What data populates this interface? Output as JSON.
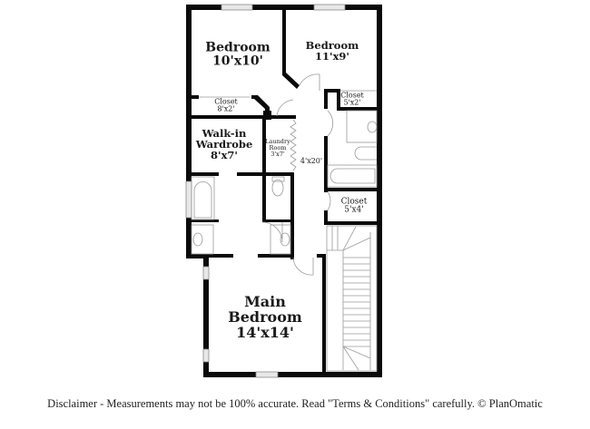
{
  "rooms": {
    "bedroom_a": {
      "name": "Bedroom",
      "dim": "10'x10'"
    },
    "bedroom_b": {
      "name": "Bedroom",
      "dim": "11'x9'"
    },
    "closet_a": {
      "name": "Closet",
      "dim": "8'x2'"
    },
    "closet_b": {
      "name": "Closet",
      "dim": "5'x2'"
    },
    "walkin": {
      "name_line1": "Walk-in",
      "name_line2": "Wardrobe",
      "dim": "8'x7'"
    },
    "laundry": {
      "name_line1": "Laundry",
      "name_line2": "Room",
      "dim": "3'x7'"
    },
    "hallway": {
      "dim": "4'x20'"
    },
    "closet_c": {
      "name": "Closet",
      "dim": "5'x4'"
    },
    "main_bedroom": {
      "name_line1": "Main",
      "name_line2": "Bedroom",
      "dim": "14'x14'"
    }
  },
  "colors": {
    "wall": "#0a0a0a",
    "fixture": "#9a9a9a",
    "window": "#cfcfcf"
  },
  "footer": {
    "disclaimer": "Disclaimer - Measurements may not be 100% accurate. Read \"Terms & Conditions\" carefully. © PlanOmatic"
  }
}
